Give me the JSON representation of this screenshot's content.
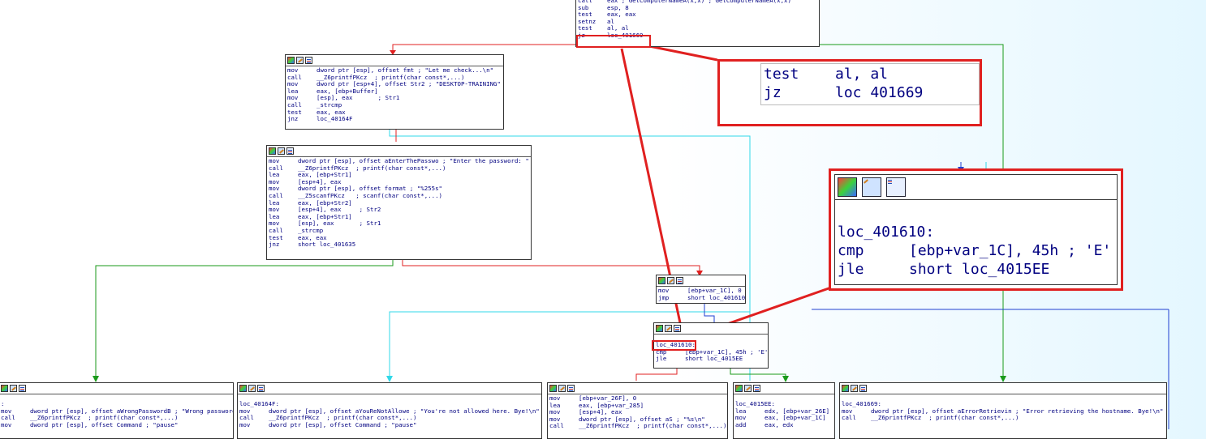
{
  "colors": {
    "red": "#e02020",
    "green": "#1a9a1a",
    "cyan": "#30d8e8",
    "blue": "#2040d0",
    "code": "#000080",
    "comment": "#7a7a7a"
  },
  "top_node": {
    "lines": [
      {
        "m": "call",
        "o": "eax ; GetComputerNameA(x,x) ; GetComputerNameA(x,x)"
      },
      {
        "m": "sub",
        "o": "esp, 8"
      },
      {
        "m": "test",
        "o": "eax, eax"
      },
      {
        "m": "setnz",
        "o": "al"
      },
      {
        "m": "test",
        "o": "al, al"
      },
      {
        "m": "jz",
        "o": "loc_401669"
      }
    ]
  },
  "node_check": {
    "lines": [
      {
        "m": "mov",
        "o": "dword ptr [esp], offset fmt ; \"Let me check...\\n\""
      },
      {
        "m": "call",
        "o": "__Z6printfPKcz  ; printf(char const*,...)"
      },
      {
        "m": "mov",
        "o": "dword ptr [esp+4], offset Str2 ; \"DESKTOP-TRAINING\""
      },
      {
        "m": "lea",
        "o": "eax, [ebp+Buffer]"
      },
      {
        "m": "mov",
        "o": "[esp], eax       ; Str1"
      },
      {
        "m": "call",
        "o": "_strcmp"
      },
      {
        "m": "test",
        "o": "eax, eax"
      },
      {
        "m": "jnz",
        "o": "loc_40164F"
      }
    ]
  },
  "node_password": {
    "lines": [
      {
        "m": "mov",
        "o": "dword ptr [esp], offset aEnterThePasswo ; \"Enter the password: \""
      },
      {
        "m": "call",
        "o": "__Z6printfPKcz  ; printf(char const*,...)"
      },
      {
        "m": "lea",
        "o": "eax, [ebp+Str1]"
      },
      {
        "m": "mov",
        "o": "[esp+4], eax"
      },
      {
        "m": "mov",
        "o": "dword ptr [esp], offset format ; \"%255s\""
      },
      {
        "m": "call",
        "o": "__Z5scanfPKcz   ; scanf(char const*,...)"
      },
      {
        "m": "lea",
        "o": "eax, [ebp+Str2]"
      },
      {
        "m": "mov",
        "o": "[esp+4], eax     ; Str2"
      },
      {
        "m": "lea",
        "o": "eax, [ebp+Str1]"
      },
      {
        "m": "mov",
        "o": "[esp], eax       ; Str1"
      },
      {
        "m": "call",
        "o": "_strcmp"
      },
      {
        "m": "test",
        "o": "eax, eax"
      },
      {
        "m": "jnz",
        "o": "short loc_401635"
      }
    ]
  },
  "node_init": {
    "lines": [
      {
        "m": "mov",
        "o": "[ebp+var_1C], 0"
      },
      {
        "m": "jmp",
        "o": "short loc_401610"
      }
    ]
  },
  "node_loop": {
    "lines": [
      {
        "m": "",
        "o": "loc_401610:"
      },
      {
        "m": "cmp",
        "o": "[ebp+var_1C], 45h ; 'E'"
      },
      {
        "m": "jle",
        "o": "short loc_4015EE"
      }
    ]
  },
  "node_wrong": {
    "lines": [
      {
        "m": "",
        "o": ":"
      },
      {
        "m": "mov",
        "o": "dword ptr [esp], offset aWrongPasswordB ; \"Wrong password. Bye!\\n\""
      },
      {
        "m": "call",
        "o": "__Z6printfPKcz  ; printf(char const*,...)"
      },
      {
        "m": "mov",
        "o": "dword ptr [esp], offset Command ; \"pause\""
      }
    ]
  },
  "node_notallowed": {
    "lines": [
      {
        "m": "",
        "o": "loc_40164F:"
      },
      {
        "m": "mov",
        "o": "dword ptr [esp], offset aYouReNotAllowe ; \"You're not allowed here. Bye!\\n\""
      },
      {
        "m": "call",
        "o": "__Z6printfPKcz  ; printf(char const*,...)"
      },
      {
        "m": "mov",
        "o": "dword ptr [esp], offset Command ; \"pause\""
      }
    ]
  },
  "node_print": {
    "lines": [
      {
        "m": "mov",
        "o": "[ebp+var_26F], 0"
      },
      {
        "m": "lea",
        "o": "eax, [ebp+var_285]"
      },
      {
        "m": "mov",
        "o": "[esp+4], eax"
      },
      {
        "m": "mov",
        "o": "dword ptr [esp], offset aS ; \"%s\\n\""
      },
      {
        "m": "call",
        "o": "__Z6printfPKcz  ; printf(char const*,...)"
      }
    ]
  },
  "node_4015EE": {
    "lines": [
      {
        "m": "",
        "o": "loc_4015EE:"
      },
      {
        "m": "lea",
        "o": "edx, [ebp+var_26E]"
      },
      {
        "m": "mov",
        "o": "eax, [ebp+var_1C]"
      },
      {
        "m": "add",
        "o": "eax, edx"
      }
    ]
  },
  "node_error": {
    "lines": [
      {
        "m": "",
        "o": "loc_401669:"
      },
      {
        "m": "mov",
        "o": "dword ptr [esp], offset aErrorRetrievin ; \"Error retrieving the hostname. Bye!\\n\""
      },
      {
        "m": "call",
        "o": "__Z6printfPKcz  ; printf(char const*,...)"
      }
    ]
  },
  "zoom_jz": {
    "lines": [
      {
        "m": "test",
        "o": "al, al"
      },
      {
        "m": "jz",
        "o": "loc 401669"
      }
    ]
  },
  "zoom_loop": {
    "lines": [
      {
        "m": "",
        "o": "loc_401610:"
      },
      {
        "m": "cmp",
        "o": "[ebp+var_1C], 45h ; 'E'"
      },
      {
        "m": "jle",
        "o": "short loc_4015EE"
      }
    ]
  }
}
